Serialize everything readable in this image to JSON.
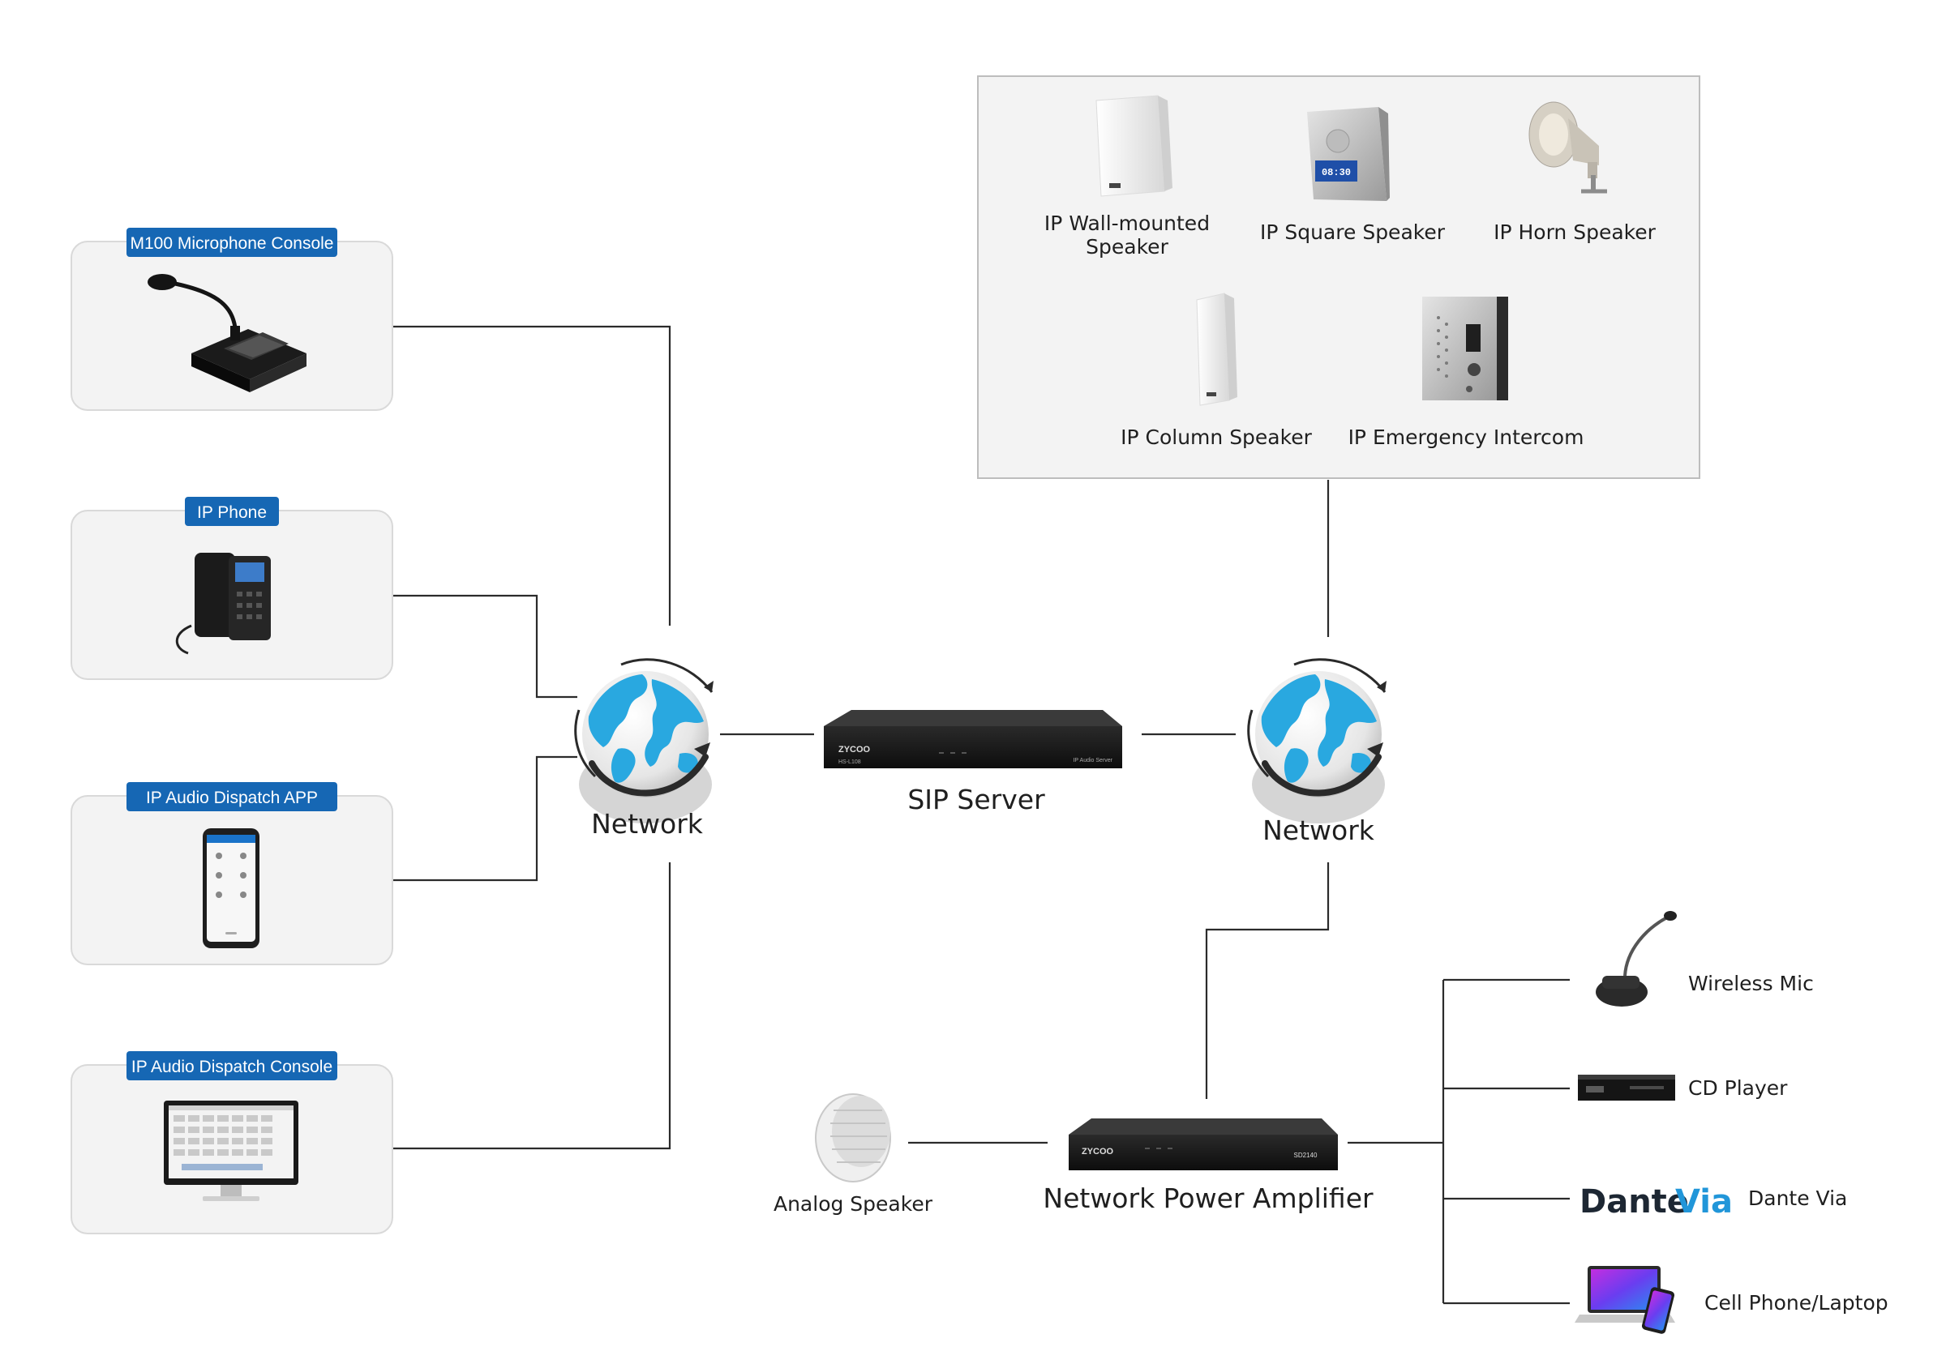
{
  "sources": {
    "microphone_console": "M100 Microphone Console",
    "ip_phone": "IP Phone",
    "dispatch_app": "IP Audio Dispatch APP",
    "dispatch_console": "IP Audio Dispatch Console"
  },
  "network_left": "Network",
  "network_right": "Network",
  "sip_server": "SIP Server",
  "speakers": {
    "wall_mounted_line1": "IP Wall-mounted",
    "wall_mounted_line2": "Speaker",
    "square": "IP Square Speaker",
    "horn": "IP Horn Speaker",
    "column": "IP Column Speaker",
    "emergency_intercom": "IP Emergency Intercom"
  },
  "amplifier": "Network Power Amplifier",
  "analog_speaker": "Analog Speaker",
  "inputs": {
    "wireless_mic": "Wireless Mic",
    "cd_player": "CD Player",
    "dante_logo_word": "Dante",
    "dante_logo_via": "Via",
    "dante_via": "Dante Via",
    "cell_phone_laptop": "Cell Phone/Laptop"
  },
  "device_marks": {
    "server_brand": "ZYCOO",
    "server_model": "HS-L108",
    "server_caption": "IP Audio Server",
    "amp_brand": "ZYCOO",
    "amp_model": "SD2140",
    "square_speaker_clock": "08:30"
  },
  "colors": {
    "badge": "#1667b4",
    "card": "#f3f3f3",
    "globe": "#29a8e0",
    "dante_accent": "#2196d9"
  }
}
